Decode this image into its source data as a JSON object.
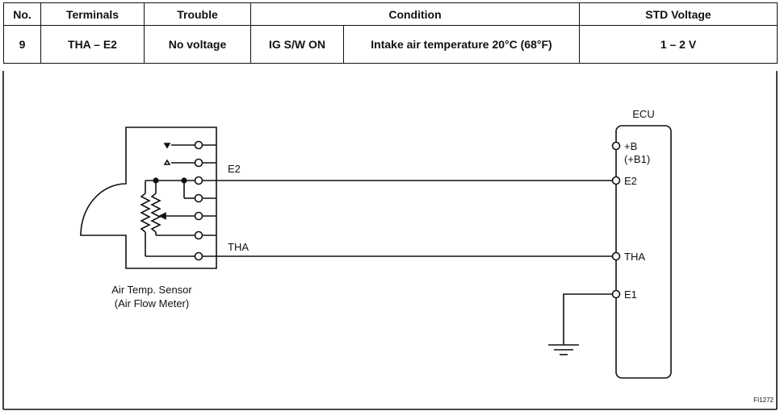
{
  "table": {
    "headers": {
      "no": "No.",
      "terminals": "Terminals",
      "trouble": "Trouble",
      "condition": "Condition",
      "std_voltage": "STD Voltage"
    },
    "row": {
      "no": "9",
      "terminals": "THA – E2",
      "trouble": "No voltage",
      "condition_switch": "IG S/W ON",
      "condition_detail": "Intake air temperature 20°C (68°F)",
      "std_voltage": "1 – 2 V"
    }
  },
  "diagram": {
    "sensor": {
      "label_line1": "Air Temp. Sensor",
      "label_line2": "(Air Flow Meter)"
    },
    "ecu": {
      "title": "ECU",
      "pin_b_line1": "+B",
      "pin_b_line2": "(+B1)",
      "pin_e2": "E2",
      "pin_tha": "THA",
      "pin_e1": "E1"
    },
    "wires": {
      "e2": "E2",
      "tha": "THA"
    },
    "figure_code": "FI1272"
  }
}
